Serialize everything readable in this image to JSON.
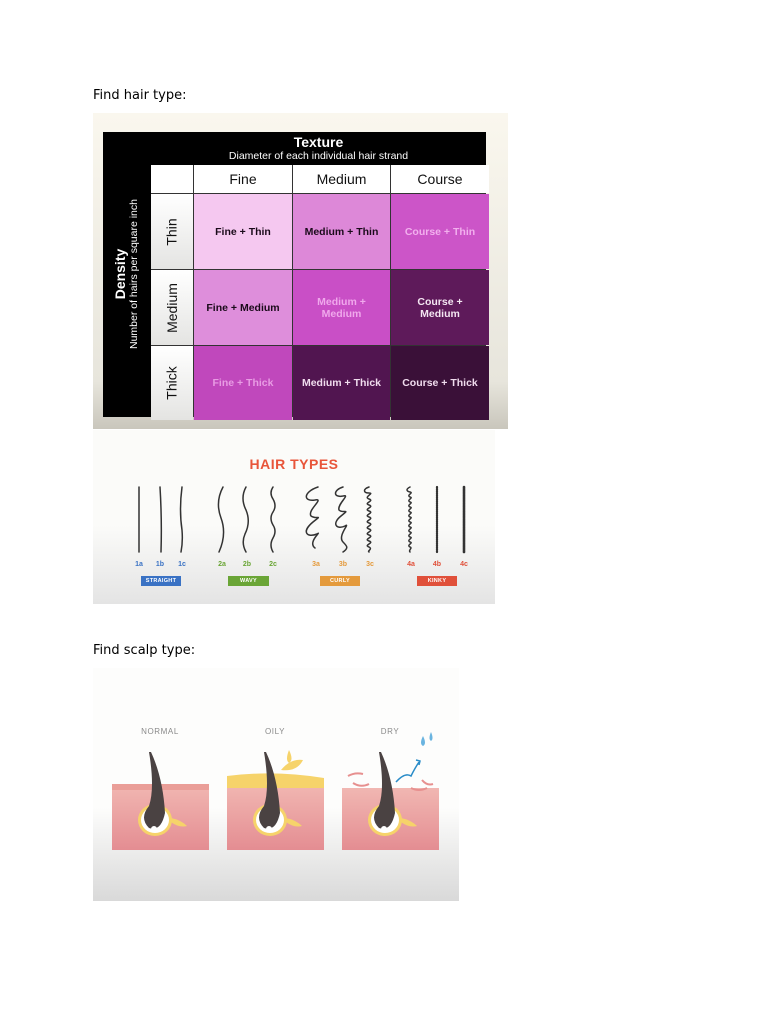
{
  "document": {
    "headings": [
      "Find hair type:",
      "Find scalp type:"
    ]
  },
  "texture_chart": {
    "title": "Texture",
    "subtitle": "Diameter of each individual hair strand",
    "density_title": "Density",
    "density_subtitle": "Number of hairs per square inch",
    "columns": [
      "Fine",
      "Medium",
      "Course"
    ],
    "rows": [
      "Thin",
      "Medium",
      "Thick"
    ],
    "cells": [
      [
        {
          "text": "Fine + Thin",
          "bg": "#f5c8f0",
          "fg": "#1a0a1a"
        },
        {
          "text": "Medium + Thin",
          "bg": "#dd88d8",
          "fg": "#1a0a1a"
        },
        {
          "text": "Course + Thin",
          "bg": "#cc55c8",
          "fg": "#f2b0ee"
        }
      ],
      [
        {
          "text": "Fine + Medium",
          "bg": "#de8edb",
          "fg": "#1a0a1a"
        },
        {
          "text": "Medium + Medium",
          "bg": "#c94fc6",
          "fg": "#f0a8ec"
        },
        {
          "text": "Course + Medium",
          "bg": "#5e1a5a",
          "fg": "#f4e6f2"
        }
      ],
      [
        {
          "text": "Fine + Thick",
          "bg": "#c048bc",
          "fg": "#e89ce4"
        },
        {
          "text": "Medium + Thick",
          "bg": "#511550",
          "fg": "#f0dcee"
        },
        {
          "text": "Course + Thick",
          "bg": "#3a1038",
          "fg": "#f0dcee"
        }
      ]
    ]
  },
  "hair_types": {
    "title": "HAIR TYPES",
    "groups": [
      {
        "label": "STRAIGHT",
        "color": "#3a72c4",
        "codes": [
          "1a",
          "1b",
          "1c"
        ]
      },
      {
        "label": "WAVY",
        "color": "#6aa536",
        "codes": [
          "2a",
          "2b",
          "2c"
        ]
      },
      {
        "label": "CURLY",
        "color": "#e49a3c",
        "codes": [
          "3a",
          "3b",
          "3c"
        ]
      },
      {
        "label": "KINKY",
        "color": "#e0503a",
        "codes": [
          "4a",
          "4b",
          "4c"
        ]
      }
    ]
  },
  "scalp_types": {
    "labels": [
      "NORMAL",
      "OILY",
      "DRY"
    ]
  }
}
